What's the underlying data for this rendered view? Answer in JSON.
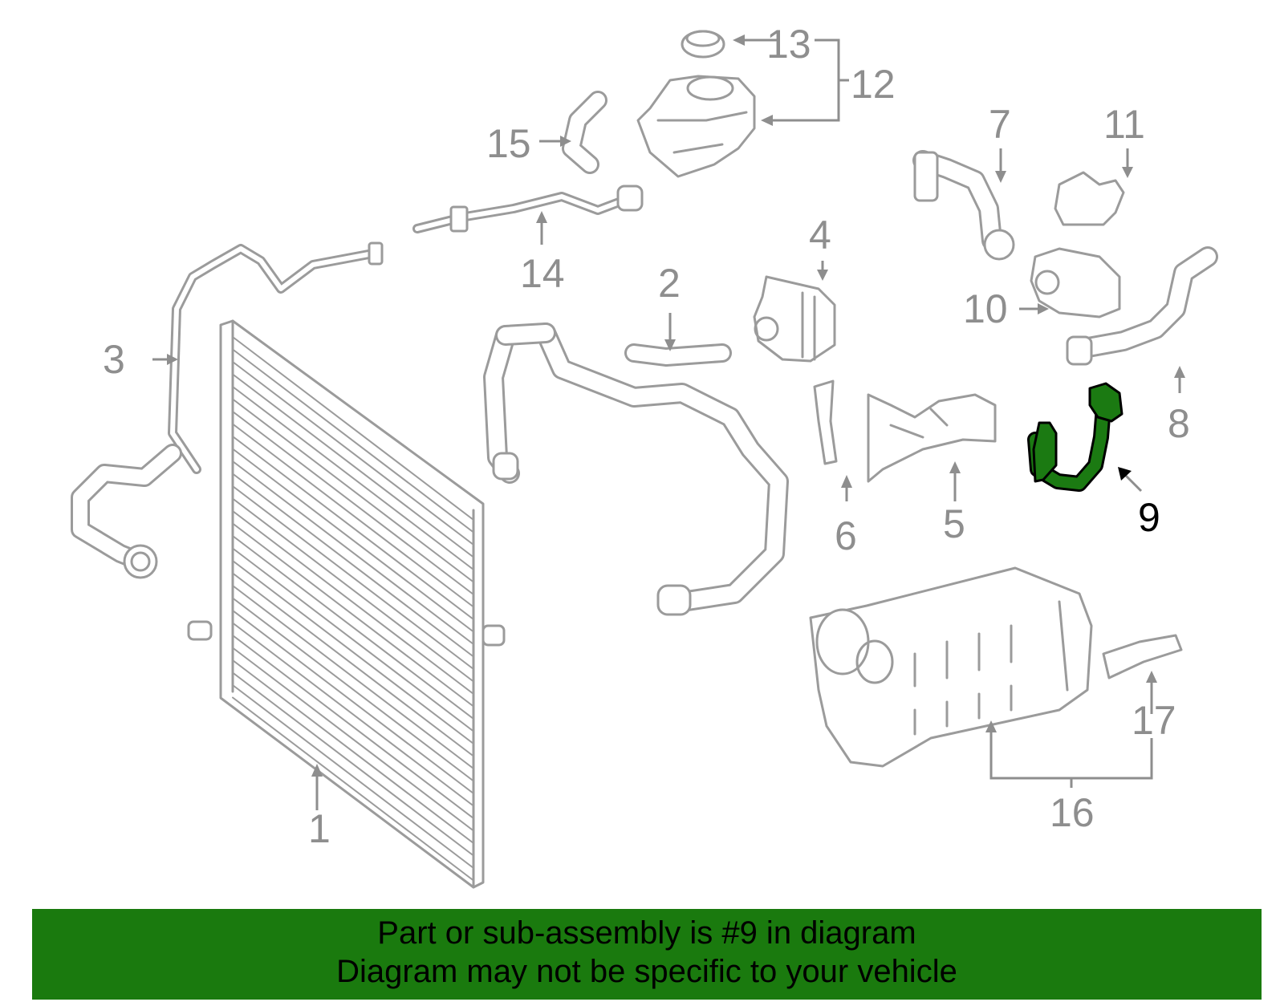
{
  "callouts": {
    "c1": "1",
    "c2": "2",
    "c3": "3",
    "c4": "4",
    "c5": "5",
    "c6": "6",
    "c7": "7",
    "c8": "8",
    "c9": "9",
    "c10": "10",
    "c11": "11",
    "c12": "12",
    "c13": "13",
    "c14": "14",
    "c15": "15",
    "c16": "16",
    "c17": "17"
  },
  "highlighted_part": "9",
  "colors": {
    "highlight": "#1b7a12",
    "banner": "#1a7a0e",
    "line_art": "#9b9b9b"
  },
  "banner": {
    "line1": "Part or sub-assembly is #9 in diagram",
    "line2": "Diagram may not be specific to your vehicle"
  }
}
